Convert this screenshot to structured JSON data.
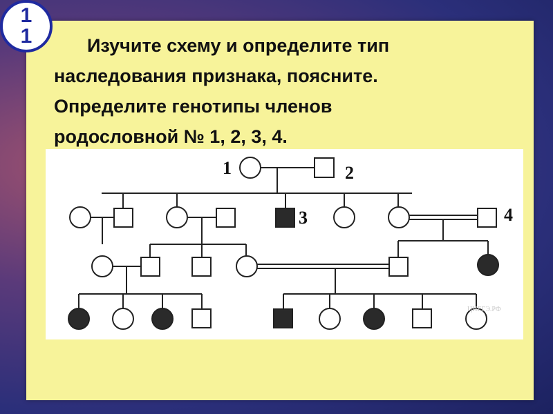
{
  "slide_number": "11",
  "task": {
    "lines": [
      "Изучите схему и определите тип",
      "наследования признака, поясните.",
      "Определите генотипы членов",
      "родословной № 1, 2, 3, 4."
    ]
  },
  "pedigree": {
    "labels": {
      "p1": "1",
      "p2": "2",
      "p3": "3",
      "p4": "4"
    },
    "watermark": "ЦИЕГЭ.РФ",
    "colors": {
      "affected": "#2a2a2a",
      "unaffected": "#ffffff",
      "line": "#222222"
    }
  }
}
